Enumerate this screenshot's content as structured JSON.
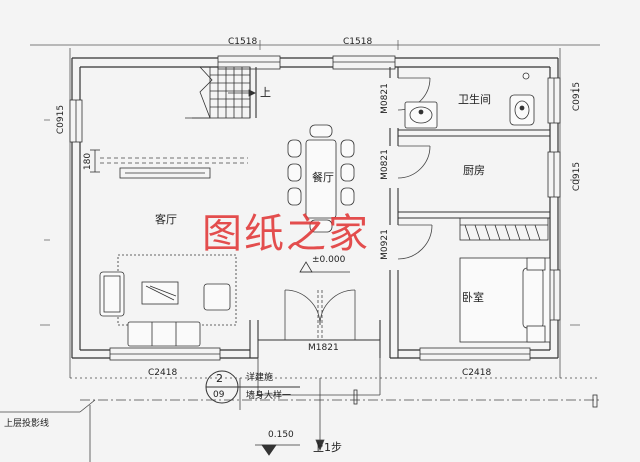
{
  "labels": {
    "c1518_left": "C1518",
    "c1518_right": "C1518",
    "c0915_left": "C0915",
    "c0915_right_top": "C0915",
    "c0915_right_mid": "C0915",
    "m0821_top": "M0821",
    "m0821_mid": "M0821",
    "m0921": "M0921",
    "m1821": "M1821",
    "c2418_left": "C2418",
    "c2418_right": "C2418",
    "dim_180": "180",
    "up": "上",
    "up_one_step": "上1步",
    "bathroom": "卫生间",
    "kitchen": "厨房",
    "dining": "餐厅",
    "living": "客厅",
    "bedroom": "卧室",
    "level_0": "±0.000",
    "level_0150": "0.150",
    "detail_ref_top": "2",
    "detail_ref_bottom": "09",
    "detail_note_1": "详建施",
    "detail_note_2": "墙身大样一",
    "upper_projection": "上层投影线"
  },
  "watermark": "图纸之家",
  "colors": {
    "line": "#333333",
    "wall": "#3a3a3a",
    "watermark": "#e23b3b",
    "background": "#f4f4f4"
  }
}
